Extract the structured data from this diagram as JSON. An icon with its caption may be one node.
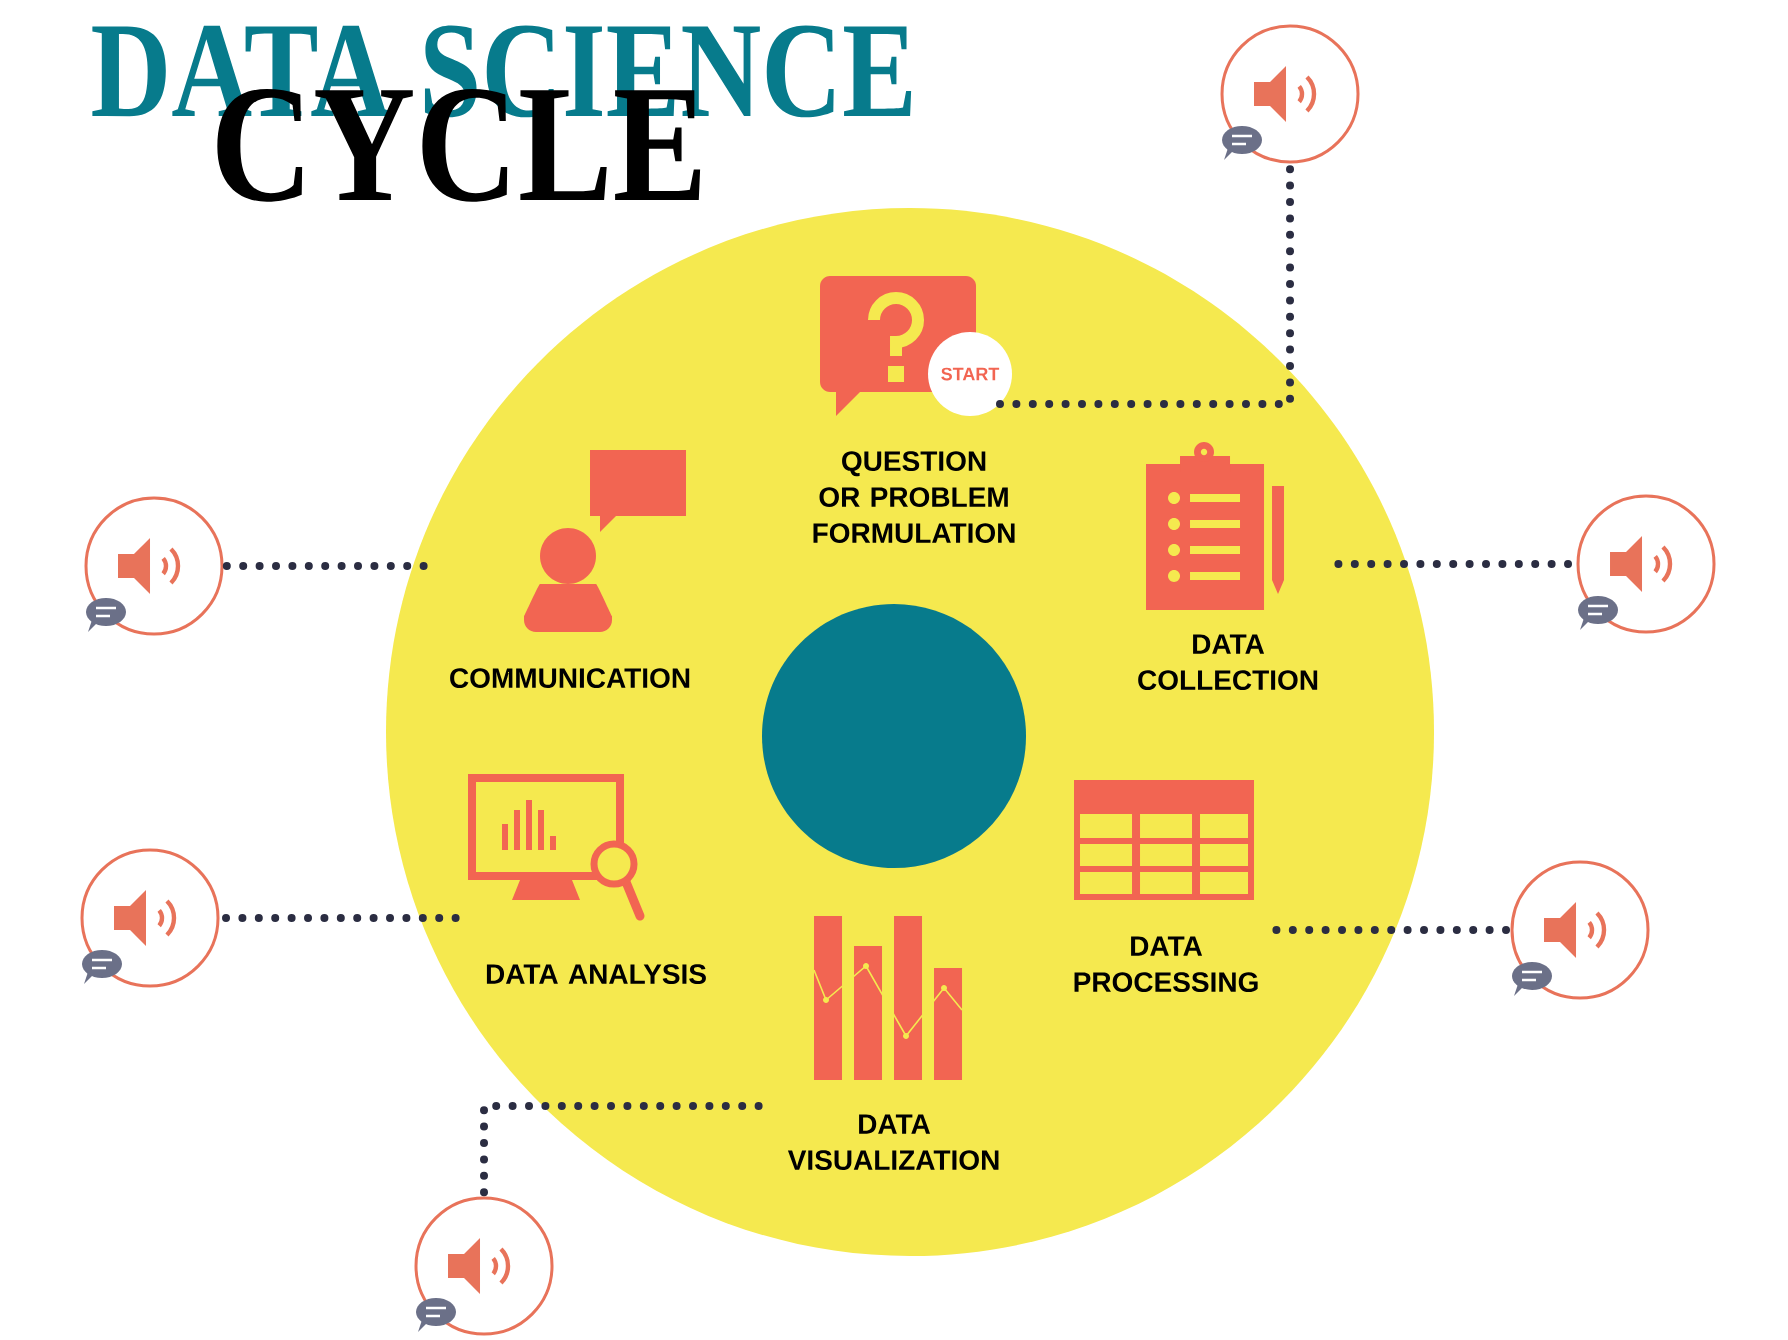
{
  "diagram": {
    "title": "DATA SCIENCE",
    "nodes": [
      {
        "text": [
          "QUESTION OR PROBLEM FORMULATION"
        ]
      },
      {
        "text": [
          "START"
        ]
      },
      {
        "text": [
          "DATA COLLECTION"
        ]
      },
      {
        "text": [
          "DATA PROCESSING"
        ]
      },
      {
        "text": [
          "DATA VISUALIZATION"
        ]
      },
      {
        "text": [
          "DATA ANALYSIS"
        ]
      },
      {
        "text": [
          "COMMUNICATION"
        ]
      },
      {
        "text": [],
        "shape": "circle"
      },
      {
        "text": [],
        "shape": "circle"
      },
      {
        "text": [],
        "shape": "circle"
      },
      {
        "text": [],
        "shape": "circle"
      },
      {
        "text": [],
        "shape": "circle"
      },
      {
        "text": [],
        "shape": "circle"
      },
      {
        "text": [],
        "shape": "circle"
      }
    ],
    "edges": [
      {
        "from": 1,
        "to": 7,
        "arrow": "none"
      },
      {
        "from": 2,
        "to": 8,
        "arrow": "none"
      },
      {
        "from": 3,
        "to": 9,
        "arrow": "none"
      },
      {
        "from": 4,
        "to": 10,
        "arrow": "none"
      },
      {
        "from": 5,
        "to": 11,
        "arrow": "none"
      },
      {
        "from": 6,
        "to": 12,
        "arrow": "none"
      }
    ],
    "labels": [
      "CYCLE"
    ]
  }
}
